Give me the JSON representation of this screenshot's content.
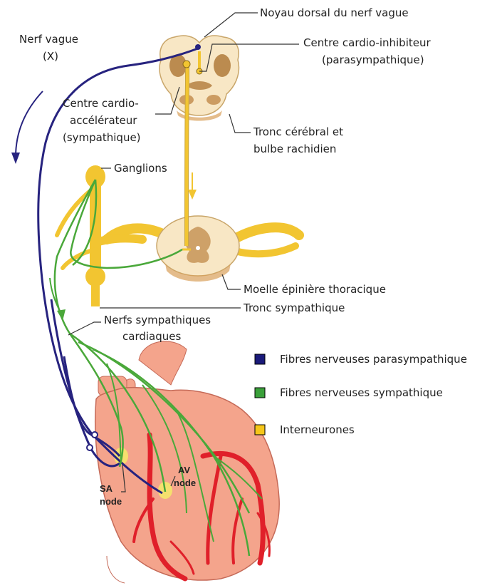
{
  "labels": {
    "noyau_dorsal": "Noyau dorsal du nerf vague",
    "nerf_vague_1": "Nerf vague",
    "nerf_vague_2": "(X)",
    "cardio_inhib_1": "Centre cardio-inhibiteur",
    "cardio_inhib_2": "(parasympathique)",
    "cardio_accel_1": "Centre cardio-",
    "cardio_accel_2": "accélérateur",
    "cardio_accel_3": "(sympathique)",
    "tronc_cerebral_1": "Tronc cérébral et",
    "tronc_cerebral_2": "bulbe rachidien",
    "ganglions": "Ganglions",
    "moelle": "Moelle épinière thoracique",
    "tronc_symp": "Tronc sympathique",
    "nerfs_symp_1": "Nerfs sympathiques",
    "nerfs_symp_2": "cardiaques",
    "sa_1": "SA",
    "sa_2": "node",
    "av_1": "AV",
    "av_2": "node"
  },
  "legend": [
    {
      "label": "Fibres nerveuses parasympathique",
      "color": "#1a1a7a"
    },
    {
      "label": "Fibres nerveuses sympathique",
      "color": "#3aa03a"
    },
    {
      "label": "Interneurones",
      "color": "#f5c61a"
    }
  ],
  "colors": {
    "parasympathetic": "#27237f",
    "sympathetic": "#4aa83a",
    "interneuron": "#f2c531",
    "heart": "#f4a48c",
    "artery": "#e0202a",
    "tissue": "#f8e7c5"
  }
}
